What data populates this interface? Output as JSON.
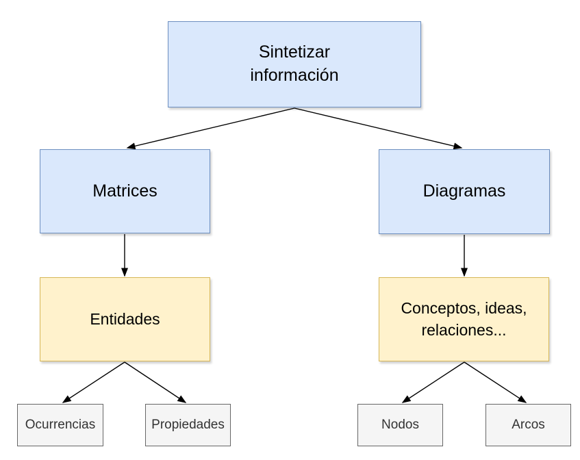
{
  "diagram": {
    "title": "Sintetizar información mind map",
    "background_color": "#ffffff",
    "connector_color": "#000000",
    "palette": {
      "blue_fill": "#dae8fc",
      "blue_border": "#6c8ebf",
      "yellow_fill": "#fff2cc",
      "yellow_border": "#d6b656",
      "gray_fill": "#f5f5f5",
      "gray_border": "#666666",
      "gray_text": "#333333",
      "text": "#000000"
    },
    "nodes": {
      "root": {
        "label": "Sintetizar\ninformación",
        "color": "blue"
      },
      "matrices": {
        "label": "Matrices",
        "color": "blue"
      },
      "diagramas": {
        "label": "Diagramas",
        "color": "blue"
      },
      "entidades": {
        "label": "Entidades",
        "color": "yellow"
      },
      "conceptos": {
        "label": "Conceptos, ideas,\nrelaciones...",
        "color": "yellow"
      },
      "ocurrencias": {
        "label": "Ocurrencias",
        "color": "gray"
      },
      "propiedades": {
        "label": "Propiedades",
        "color": "gray"
      },
      "nodos": {
        "label": "Nodos",
        "color": "gray"
      },
      "arcos": {
        "label": "Arcos",
        "color": "gray"
      }
    },
    "edges": [
      {
        "from": "root",
        "to": "matrices"
      },
      {
        "from": "root",
        "to": "diagramas"
      },
      {
        "from": "matrices",
        "to": "entidades"
      },
      {
        "from": "diagramas",
        "to": "conceptos"
      },
      {
        "from": "entidades",
        "to": "ocurrencias"
      },
      {
        "from": "entidades",
        "to": "propiedades"
      },
      {
        "from": "conceptos",
        "to": "nodos"
      },
      {
        "from": "conceptos",
        "to": "arcos"
      }
    ]
  }
}
